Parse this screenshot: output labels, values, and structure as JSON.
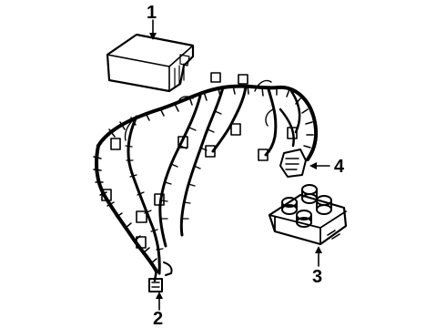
{
  "diagram": {
    "callouts": [
      {
        "id": "1",
        "label": "1",
        "part": "ecu-module"
      },
      {
        "id": "2",
        "label": "2",
        "part": "harness-connector"
      },
      {
        "id": "3",
        "label": "3",
        "part": "ignition-coil-pack"
      },
      {
        "id": "4",
        "label": "4",
        "part": "harness-plug"
      }
    ],
    "colors": {
      "ink": "#000000",
      "background": "#ffffff"
    }
  }
}
